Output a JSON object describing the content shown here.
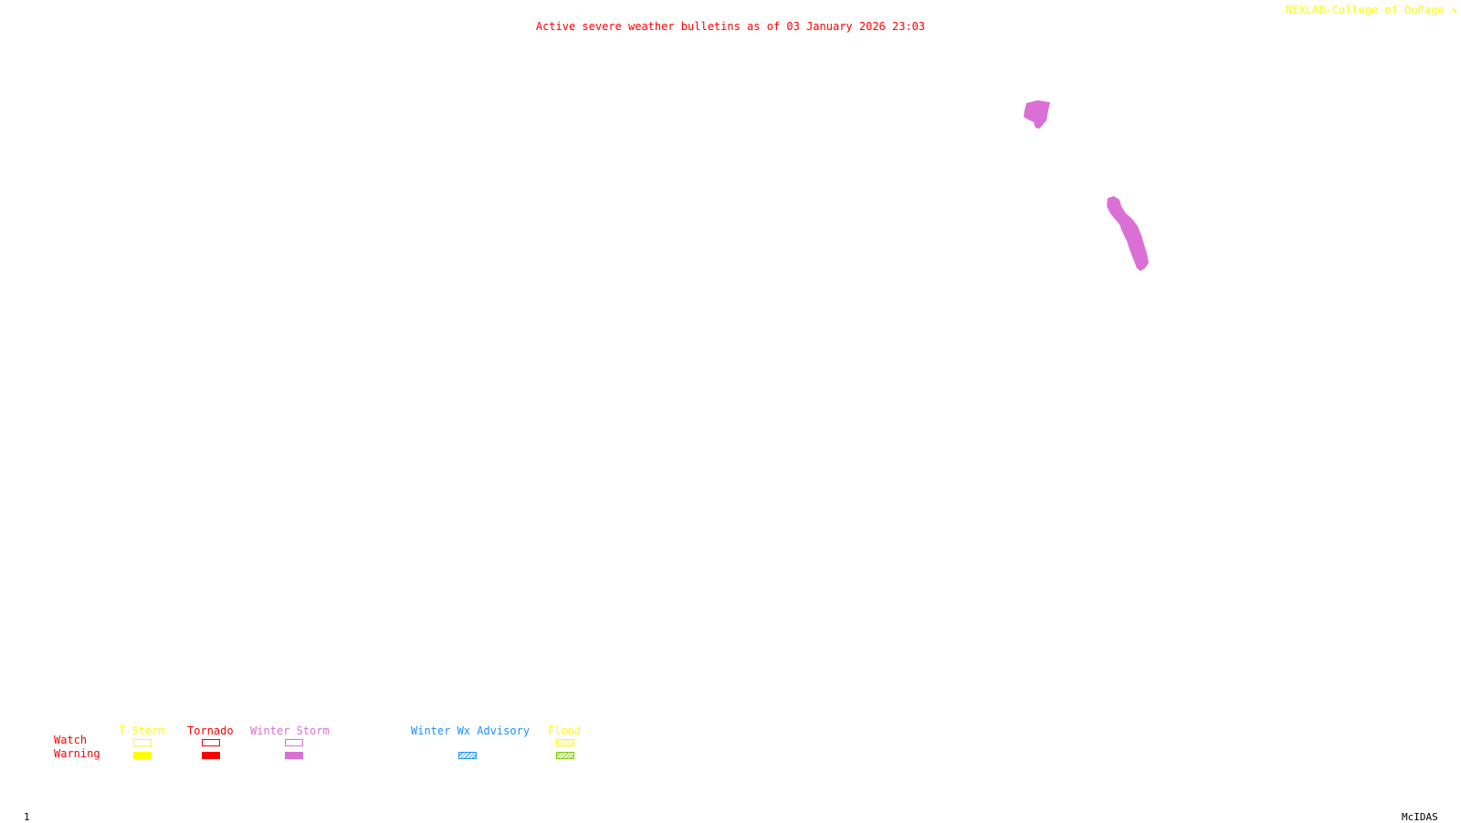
{
  "header": {
    "title": "Active severe weather bulletins as of 03 January 2026 23:03",
    "credit": "NEXLAB-College of DuPage",
    "credit_icon": "nexlab-logo-icon"
  },
  "colors": {
    "title": "#ff0000",
    "credit": "#ffff00",
    "tstorm": "#ffff00",
    "tornado": "#ff0000",
    "winter_storm": "#da70d6",
    "winter_wx_advisory": "#1e90ff",
    "flood_watch": "#ffff00",
    "flood_warning": "#7ccd00",
    "alert_area": "#da70d6"
  },
  "legend": {
    "row_labels": {
      "watch": "Watch",
      "warning": "Warning"
    },
    "columns": [
      {
        "label": "T-Storm",
        "watch": "outline",
        "warning": "solid"
      },
      {
        "label": "Tornado",
        "watch": "outline",
        "warning": "solid"
      },
      {
        "label": "Winter Storm",
        "watch": "outline",
        "warning": "solid"
      },
      {
        "label": "Winter Wx Advisory",
        "watch": "none",
        "warning": "hatched"
      },
      {
        "label": "Flood",
        "watch": "hatched",
        "warning": "hatched"
      }
    ]
  },
  "map": {
    "active_areas": [
      {
        "type": "Winter Storm Warning",
        "region": "northern area"
      },
      {
        "type": "Winter Storm Warning",
        "region": "elongated area"
      }
    ]
  },
  "footer": {
    "frame_number": "1",
    "software": "McIDAS"
  }
}
